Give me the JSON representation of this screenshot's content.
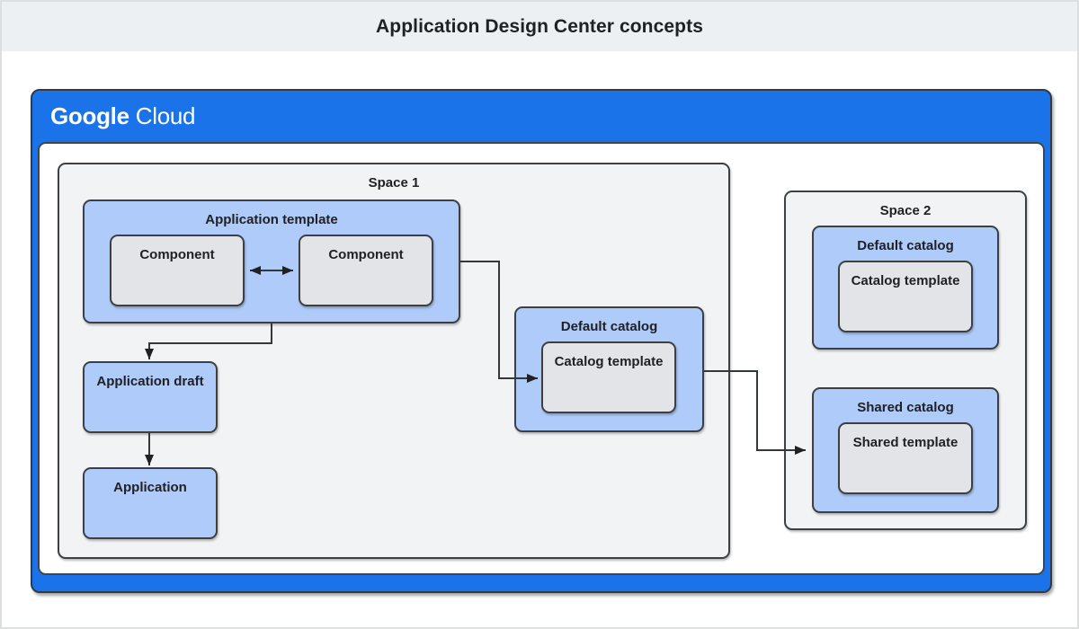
{
  "header": {
    "title": "Application Design Center concepts"
  },
  "brand": {
    "google": "Google",
    "cloud": "Cloud"
  },
  "space1": {
    "label": "Space 1",
    "application_template": {
      "label": "Application template",
      "components": [
        {
          "label": "Component"
        },
        {
          "label": "Component"
        }
      ]
    },
    "application_draft": {
      "label": "Application draft"
    },
    "application": {
      "label": "Application"
    },
    "default_catalog": {
      "label": "Default catalog",
      "catalog_template": {
        "label": "Catalog template"
      }
    }
  },
  "space2": {
    "label": "Space 2",
    "default_catalog": {
      "label": "Default catalog",
      "catalog_template": {
        "label": "Catalog template"
      }
    },
    "shared_catalog": {
      "label": "Shared catalog",
      "shared_template": {
        "label": "Shared template"
      }
    }
  },
  "colors": {
    "header_bg": "#edf0f2",
    "google_cloud_blue": "#1a73e8",
    "box_blue": "#aecbfa",
    "box_gray": "#e2e4e7",
    "space_gray": "#f1f3f4",
    "outline": "#3c4043",
    "text": "#202124"
  }
}
